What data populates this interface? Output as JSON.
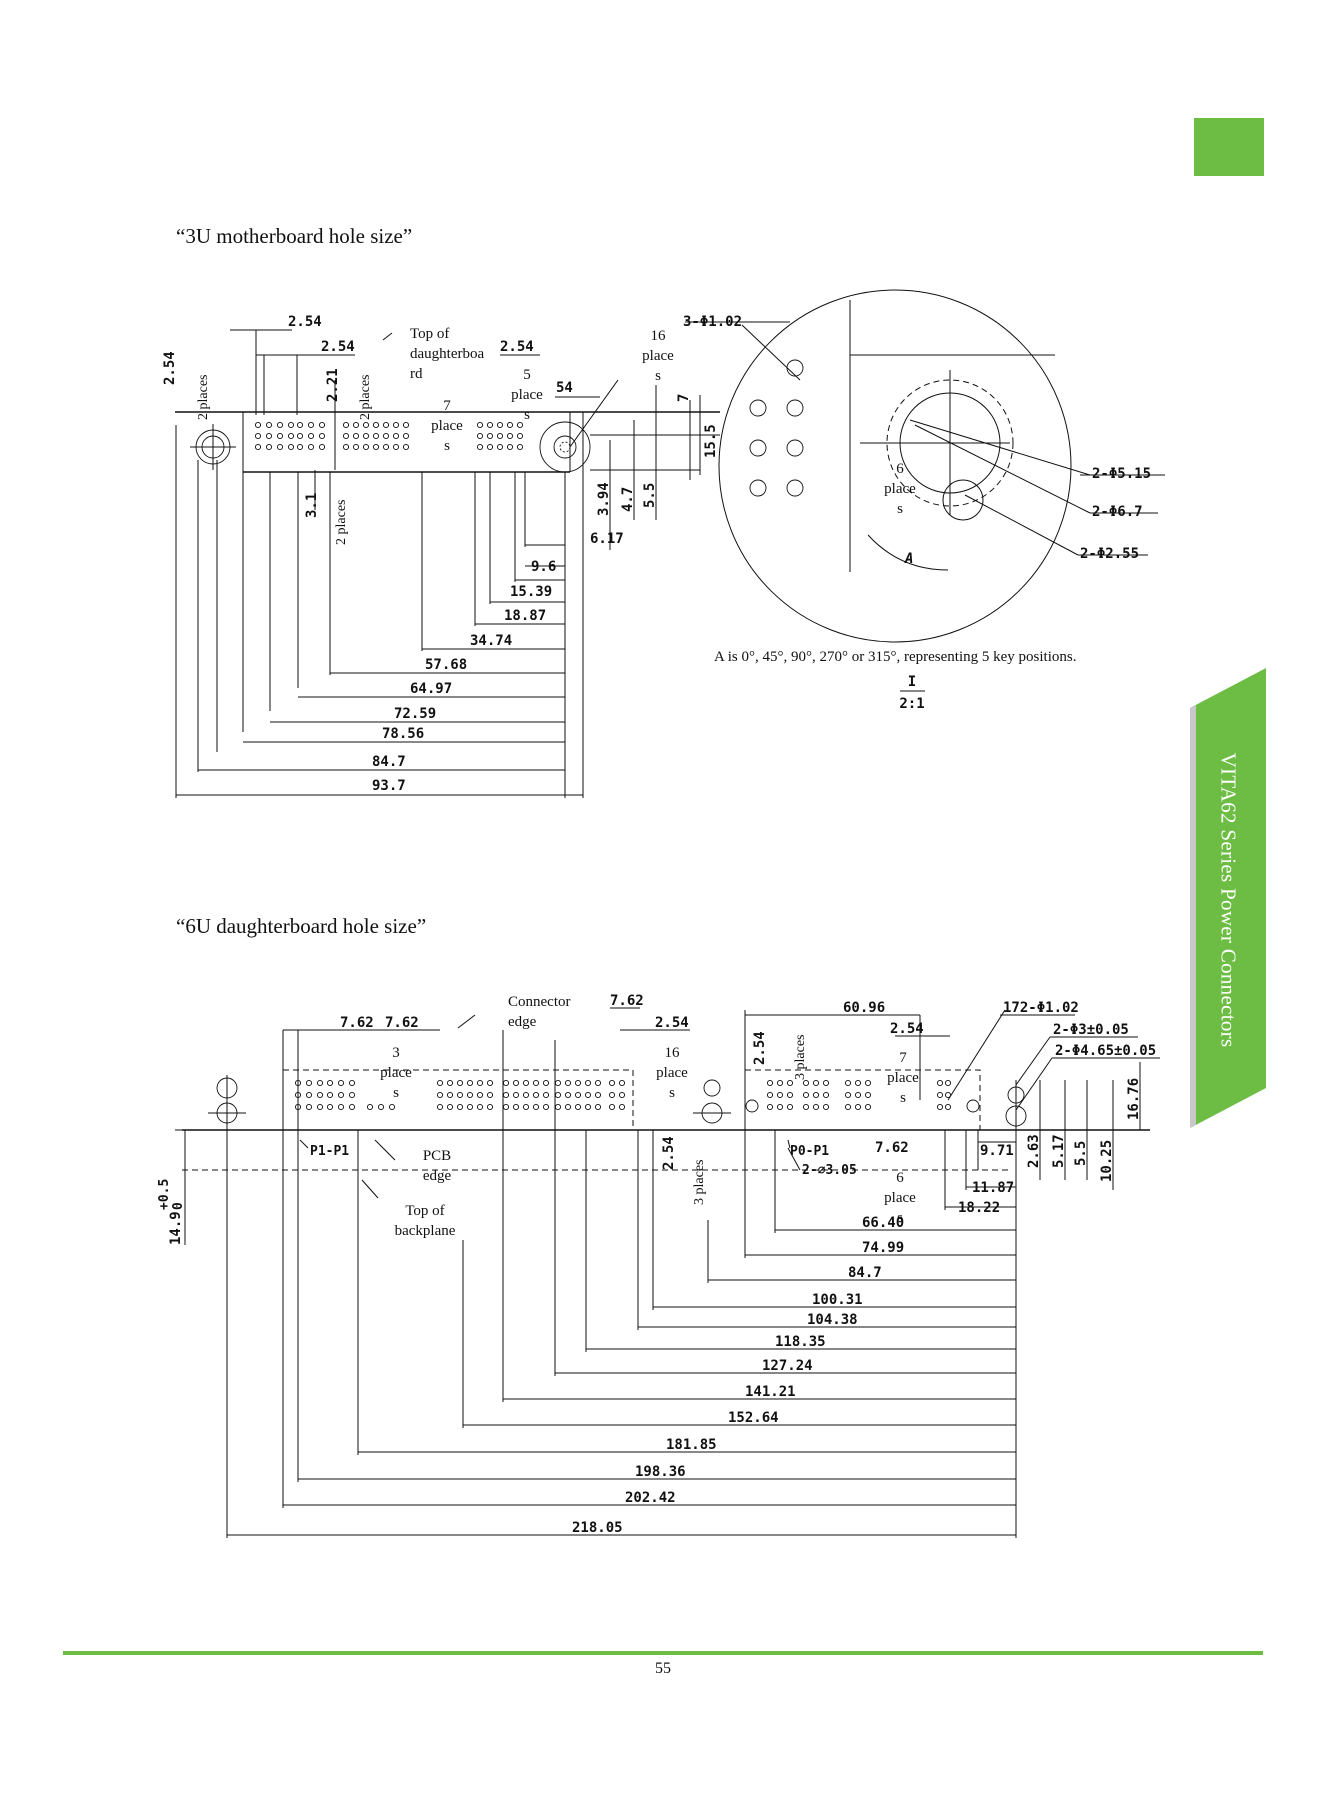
{
  "page": {
    "section1_title": "“3U motherboard hole size”",
    "section2_title": "“6U daughterboard hole size”",
    "side_banner": "VITA62  Series Power Connectors",
    "page_number": "55",
    "accent_color": "#6dbd45"
  },
  "d3u": {
    "top_dims": [
      "2.54",
      "2.54",
      "2.54",
      "54"
    ],
    "vert_dims": [
      "2.54",
      "2.21",
      "3.1",
      "3.94",
      "4.7",
      "5.5",
      "7",
      "15.5"
    ],
    "labels": {
      "places2a": "2 places",
      "places2b": "2 places",
      "places2c": "2 places",
      "top_daughter_1": "Top of",
      "top_daughter_2": "daughterboa",
      "top_daughter_3": "rd",
      "p7_1": "7",
      "p7_2": "place",
      "p7_3": "s",
      "p5_1": "5",
      "p5_2": "place",
      "p5_3": "s",
      "p16_1": "16",
      "p16_2": "place",
      "p16_3": "s"
    },
    "horiz_dims": [
      "6.17",
      "9.6",
      "15.39",
      "18.87",
      "34.74",
      "57.68",
      "64.97",
      "72.59",
      "78.56",
      "84.7",
      "93.7"
    ]
  },
  "detail": {
    "holes_label": "3-Φ1.02",
    "d1": "2-Φ5.15",
    "d2": "2-Φ6.7",
    "d3": "2-Φ2.55",
    "p6_1": "6",
    "p6_2": "place",
    "p6_3": "s",
    "angle": "A",
    "note": "A is 0°, 45°, 90°, 270° or 315°, representing 5 key positions.",
    "scale_id": "I",
    "scale": "2:1"
  },
  "d6u": {
    "top_dims": [
      "7.62",
      "7.62",
      "7.62",
      "2.54",
      "60.96",
      "2.54",
      "172-Φ1.02",
      "2-Φ3±0.05",
      "2-Φ4.65±0.05"
    ],
    "labels": {
      "connector_edge_1": "Connector",
      "connector_edge_2": "edge",
      "p3_1": "3",
      "p3_2": "place",
      "p3_3": "s",
      "p16_1": "16",
      "p16_2": "place",
      "p16_3": "s",
      "p7_1": "7",
      "p7_2": "place",
      "p7_3": "s",
      "p6_1": "6",
      "p6_2": "place",
      "p6_3": "s",
      "places3a": "3 places",
      "places3b": "3 places",
      "p1p1": "P1-P1",
      "p0p1": "P0-P1",
      "pcb_edge_1": "PCB",
      "pcb_edge_2": "edge",
      "top_backplane_1": "Top of",
      "top_backplane_2": "backplane",
      "hole_305": "2-⌀3.05",
      "dim_254a": "2.54",
      "dim_254b": "2.54",
      "dim_762": "7.62",
      "dim_149": "14.9",
      "dim_149_tol": "+0.5",
      "dim_149_tol2": "0"
    },
    "right_dims": [
      "9.71",
      "11.87",
      "18.22",
      "2.63",
      "5.17",
      "5.5",
      "10.25",
      "16.76"
    ],
    "horiz_dims": [
      "66.40",
      "74.99",
      "84.7",
      "100.31",
      "104.38",
      "118.35",
      "127.24",
      "141.21",
      "152.64",
      "181.85",
      "198.36",
      "202.42",
      "218.05"
    ]
  }
}
